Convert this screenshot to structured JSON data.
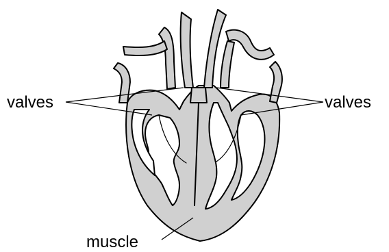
{
  "labels": {
    "valves_left": "valves",
    "valves_right": "valves",
    "muscle": "muscle"
  },
  "colors": {
    "muscle_fill": "#d0d0d0",
    "outline": "#000000",
    "background": "#ffffff"
  }
}
